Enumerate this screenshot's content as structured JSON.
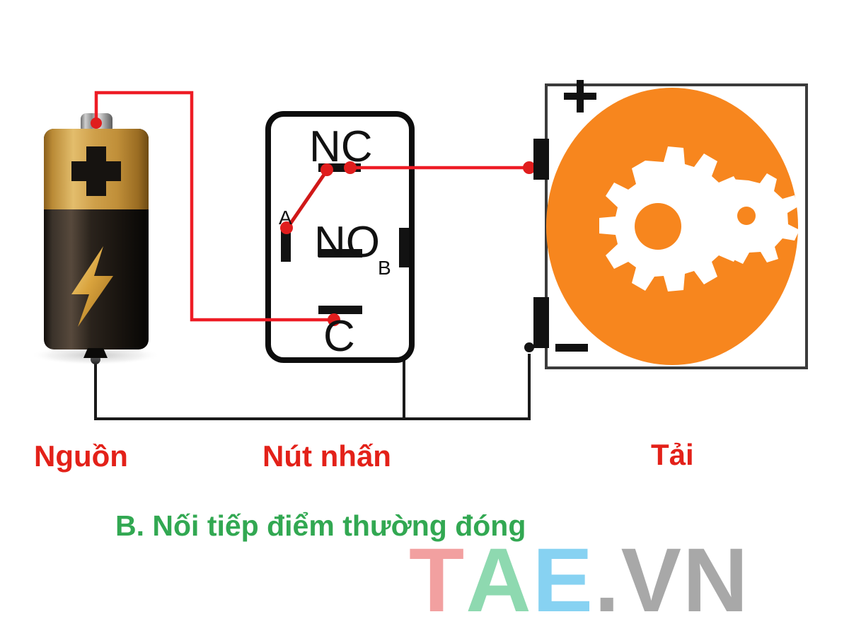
{
  "diagram": {
    "title_caption": "B. Nối tiếp điểm thường đóng",
    "labels": {
      "source": "Nguồn",
      "button": "Nút nhấn",
      "load": "Tải"
    },
    "switch": {
      "terminal_nc": "NC",
      "terminal_no": "NO",
      "terminal_c": "C",
      "terminal_a": "A",
      "terminal_b": "B"
    },
    "battery": {
      "plus_symbol": "+",
      "bolt_symbol": "lightning-bolt"
    },
    "load": {
      "plus_symbol": "+",
      "minus_symbol": "−",
      "icon": "gears-icon"
    },
    "colors": {
      "wire_red": "#ee1c25",
      "wire_black": "#1a1a1a",
      "label_red": "#e32119",
      "caption_green": "#32a852",
      "load_orange": "#f7861e",
      "battery_gold": "#c8922f",
      "battery_black": "#1b1510"
    },
    "watermark": {
      "t": "T",
      "a": "A",
      "e": "E",
      "dot": ".",
      "vn": "VN",
      "t_color": "#f2a0a0",
      "a_color": "#8ed9b0",
      "e_color": "#87d2f2",
      "vn_color": "#a8a8a8"
    }
  }
}
